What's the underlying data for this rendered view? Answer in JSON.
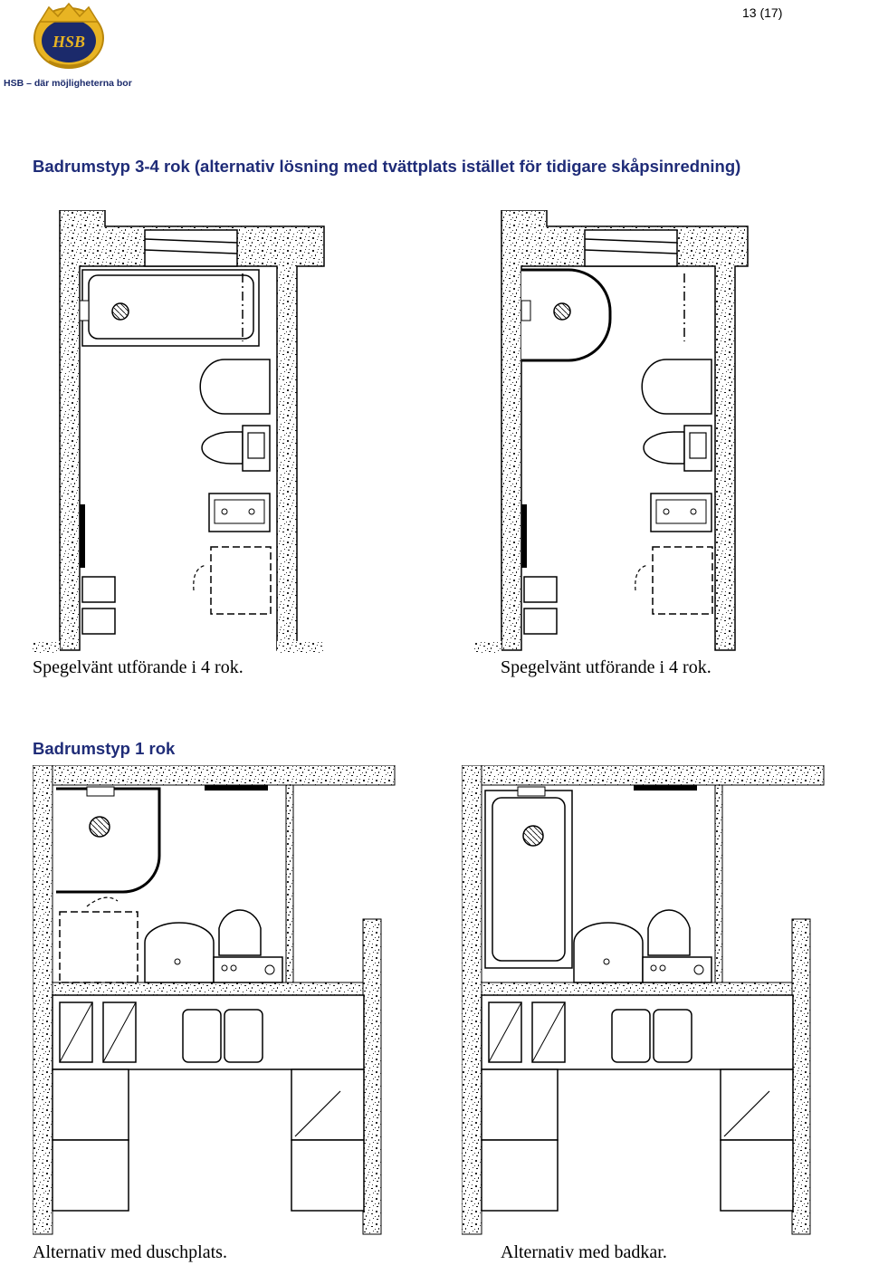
{
  "header": {
    "page_number": "13 (17)",
    "logo_text": "HSB",
    "tagline": "HSB – där möjligheterna bor"
  },
  "section1": {
    "heading": "Badrumstyp 3-4 rok (alternativ lösning med tvättplats istället för tidigare skåpsinredning)",
    "captions": [
      "Spegelvänt utförande i 4 rok.",
      "Spegelvänt utförande i 4 rok."
    ]
  },
  "section2": {
    "heading": "Badrumstyp 1 rok",
    "captions": [
      "Alternativ med duschplats.",
      "Alternativ med badkar."
    ]
  },
  "colors": {
    "heading": "#1f2c78",
    "wall": "#ffffff",
    "logo_gold": "#e8b423",
    "logo_blue": "#1b2a6b"
  },
  "icons": [
    "hsb-logo",
    "floor-plan-bathtub",
    "floor-plan-shower",
    "sink-icon",
    "toilet-icon",
    "washing-machine-icon",
    "floor-drain-icon"
  ]
}
